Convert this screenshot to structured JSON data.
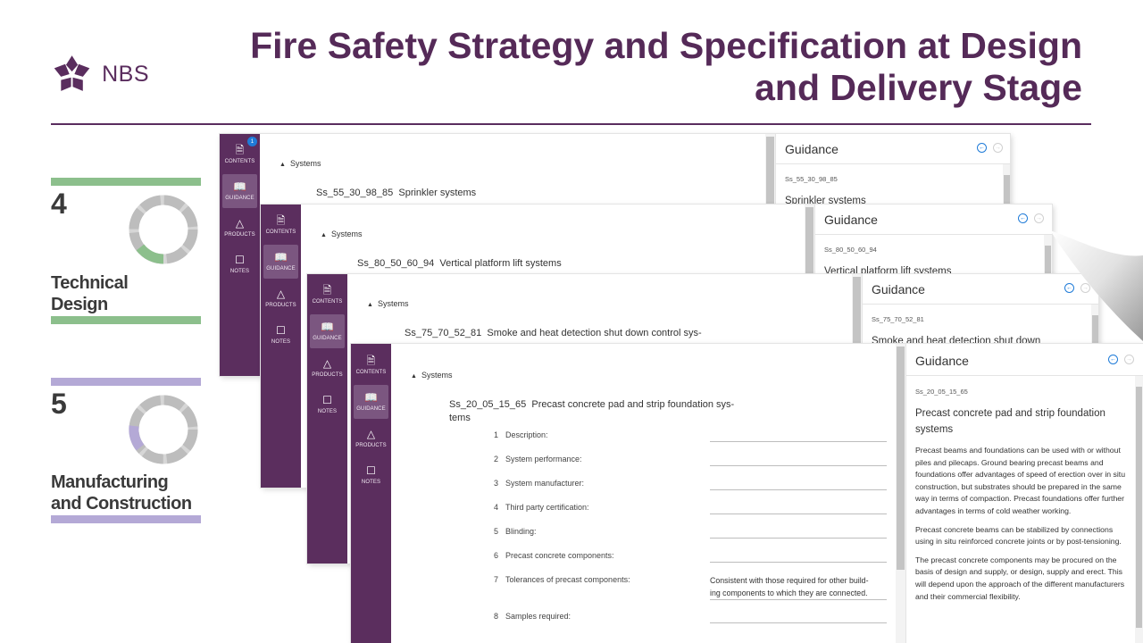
{
  "brand": {
    "name": "NBS",
    "color": "#5a2d5e"
  },
  "title_line1": "Fire Safety Strategy and Specification at Design",
  "title_line2": "and Delivery Stage",
  "stages": [
    {
      "number": "4",
      "label_line1": "Technical",
      "label_line2": "Design",
      "color": "#8cbf8c"
    },
    {
      "number": "5",
      "label_line1": "Manufacturing",
      "label_line2": "and Construction",
      "color": "#b4a9d6"
    }
  ],
  "sidebar_labels": {
    "contents": "CONTENTS",
    "guidance": "GUIDANCE",
    "products": "PRODUCTS",
    "notes": "NOTES",
    "badge": "1"
  },
  "section_label": "Systems",
  "guidance_heading": "Guidance",
  "windows": [
    {
      "code": "Ss_55_30_98_85",
      "name": "Sprinkler systems",
      "guidance_title": "Sprinkler systems"
    },
    {
      "code": "Ss_80_50_60_94",
      "name": "Vertical platform lift systems",
      "guidance_title": "Vertical platform lift systems"
    },
    {
      "code": "Ss_75_70_52_81",
      "name": "Smoke and heat detection shut down control sys-",
      "guidance_title": "Smoke and heat detection shut down"
    },
    {
      "code": "Ss_20_05_15_65",
      "name_line1": "Precast concrete pad and strip foundation sys-",
      "name_line2": "tems",
      "guidance_title_line1": "Precast concrete pad and strip foundation",
      "guidance_title_line2": "systems",
      "guidance_paragraphs": [
        "Precast beams and foundations can be used with or without piles and pilecaps. Ground bearing precast beams and foundations offer advantages of speed of erection over in situ construction, but substrates should be prepared in the same way in terms of compaction. Precast foundations offer further advantages in terms of cold weather working.",
        "Precast concrete beams can be stabilized by connections using in situ reinforced concrete joints or by post-tensioning.",
        "The precast concrete components may be procured on the basis of design and supply, or design, supply and erect. This will depend upon the approach of the different manufacturers and their commercial flexibility."
      ],
      "fields": [
        {
          "n": "1",
          "label": "Description:",
          "value": ""
        },
        {
          "n": "2",
          "label": "System performance:",
          "value": ""
        },
        {
          "n": "3",
          "label": "System manufacturer:",
          "value": ""
        },
        {
          "n": "4",
          "label": "Third party certification:",
          "value": ""
        },
        {
          "n": "5",
          "label": "Blinding:",
          "value": ""
        },
        {
          "n": "6",
          "label": "Precast concrete components:",
          "value": ""
        },
        {
          "n": "7",
          "label": "Tolerances of precast components:",
          "value_line1": "Consistent with those required for other build-",
          "value_line2": "ing components to which they are connected."
        },
        {
          "n": "8",
          "label": "Samples required:",
          "value": ""
        }
      ]
    }
  ]
}
